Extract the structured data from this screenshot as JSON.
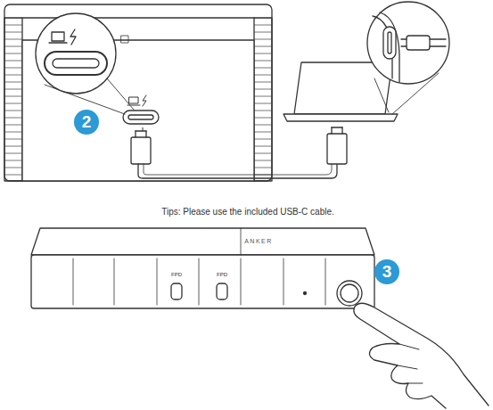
{
  "diagram": {
    "nodes": [
      {
        "text": [
          "2"
        ]
      },
      {
        "text": [
          "3"
        ]
      }
    ],
    "labels": [
      "Tips: Please use the included USB-C cable.",
      "ANKER",
      "FPD",
      "FPD"
    ]
  }
}
